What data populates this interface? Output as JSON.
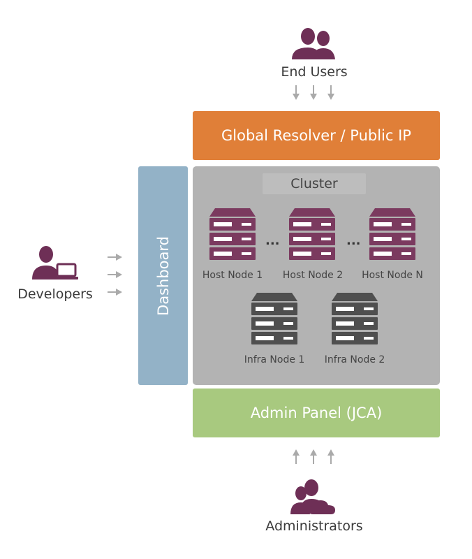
{
  "end_users": {
    "label": "End Users"
  },
  "developers": {
    "label": "Developers"
  },
  "administrators": {
    "label": "Administrators"
  },
  "resolver": {
    "label": "Global Resolver / Public IP"
  },
  "dashboard": {
    "label": "Dashboard"
  },
  "admin_panel": {
    "label": "Admin Panel (JCA)"
  },
  "cluster": {
    "title": "Cluster",
    "ellipsis": "...",
    "host_nodes": [
      "Host Node 1",
      "Host Node 2",
      "Host Node N"
    ],
    "infra_nodes": [
      "Infra Node 1",
      "Infra Node 2"
    ]
  },
  "colors": {
    "resolver": "#e07f38",
    "dashboard": "#93b2c7",
    "cluster": "#b3b3b3",
    "admin_panel": "#a8c97f",
    "host_server": "#7b3a5f",
    "infra_server": "#4f4f4f",
    "people": "#6e2f56",
    "arrows": "#aaaaaa"
  },
  "icons": {
    "end_users": "users-group-icon",
    "developers": "developer-laptop-icon",
    "administrators": "admins-cloud-icon",
    "host_node": "server-rack-icon",
    "infra_node": "server-rack-icon"
  }
}
